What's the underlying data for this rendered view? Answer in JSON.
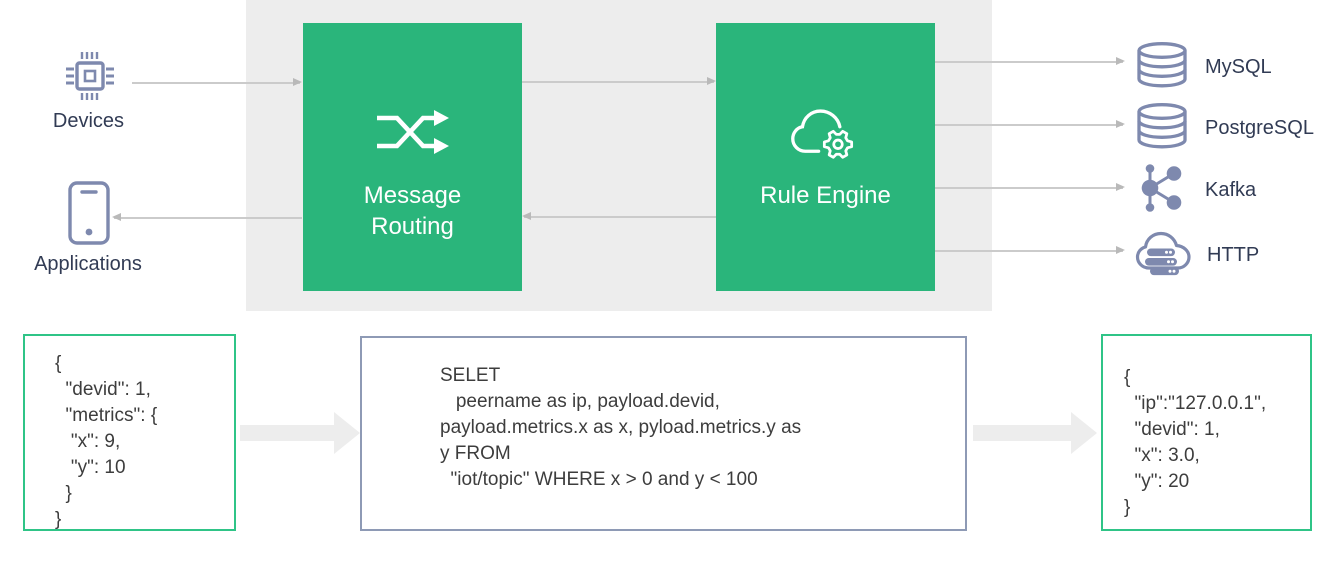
{
  "sources": {
    "devices": {
      "label": "Devices"
    },
    "applications": {
      "label": "Applications"
    }
  },
  "broker": {
    "message_routing": {
      "label": "Message Routing"
    },
    "rule_engine": {
      "label": "Rule Engine"
    }
  },
  "sinks": [
    {
      "label": "MySQL"
    },
    {
      "label": "PostgreSQL"
    },
    {
      "label": "Kafka"
    },
    {
      "label": "HTTP"
    }
  ],
  "panels": {
    "input_json": "{\n  \"devid\": 1,\n  \"metrics\": {\n   \"x\": 9,\n   \"y\": 10\n  }\n}",
    "rule_sql": "SELET\n   peername as ip, payload.devid,\npayload.metrics.x as x, pyload.metrics.y as\ny FROM\n  \"iot/topic\" WHERE x > 0 and y < 100",
    "output_json": "{\n  \"ip\":\"127.0.0.1\",\n  \"devid\": 1,\n  \"x\": 3.0,\n  \"y\": 20\n}"
  },
  "colors": {
    "broker_green": "#2ab57b",
    "json_box_border_green": "#2fc487",
    "sql_box_border_blue": "#8e9ab5",
    "panel_gray": "#ededed",
    "icon_blue": "#7e89ae",
    "label_navy": "#313b54",
    "arrow_gray": "#cbcbcb"
  },
  "icons": {
    "devices": "chip-icon",
    "applications": "phone-icon",
    "message_routing": "shuffle-icon",
    "rule_engine": "cloud-gear-icon",
    "mysql": "database-icon",
    "postgresql": "database-icon",
    "kafka": "node-graph-icon",
    "http": "cloud-server-icon"
  }
}
